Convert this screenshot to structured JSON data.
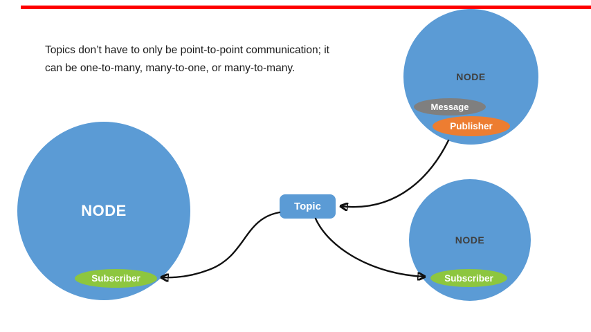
{
  "caption": {
    "line1": "Topics don’t have to only be point-to-point communication; it",
    "line2": "can be one-to-many, many-to-one, or many-to-many."
  },
  "topic": {
    "label": "Topic"
  },
  "nodes": {
    "left": {
      "label": "NODE",
      "subscriber_label": "Subscriber"
    },
    "top_right": {
      "label": "NODE",
      "message_label": "Message",
      "publisher_label": "Publisher"
    },
    "bottom_right": {
      "label": "NODE",
      "subscriber_label": "Subscriber"
    }
  },
  "colors": {
    "node_blue": "#5b9bd5",
    "subscriber_green": "#8dc63f",
    "publisher_orange": "#ed7d31",
    "message_gray": "#7f7f7f",
    "top_bar_red": "#fe0000",
    "arrow_black": "#111111",
    "node_text_dark": "#3f3f3f",
    "caption_text": "#1a1a1a"
  }
}
